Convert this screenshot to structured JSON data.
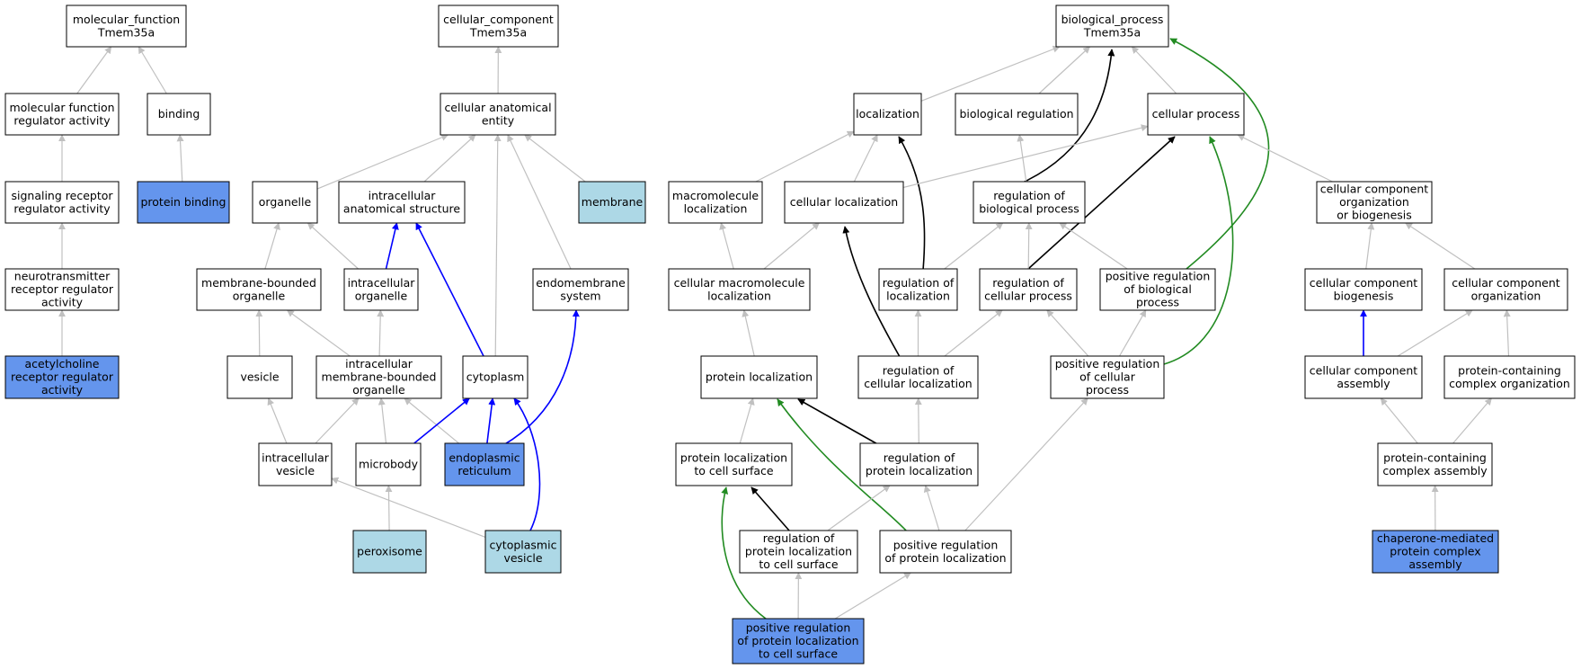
{
  "graph": {
    "title": "",
    "colors": {
      "default": "#ffffff",
      "highlight": "#6495ed",
      "light": "#add8e6",
      "edge_is_a": "#c0c0c0",
      "edge_part_of": "#0000ff",
      "edge_regulates": "#000000",
      "edge_positively_regulates": "#228b22"
    },
    "nodes": [
      {
        "id": "mf",
        "lines": [
          "molecular_function",
          "Tmem35a"
        ],
        "fill": "default"
      },
      {
        "id": "mfra",
        "lines": [
          "molecular function",
          "regulator activity"
        ],
        "fill": "default"
      },
      {
        "id": "binding",
        "lines": [
          "binding"
        ],
        "fill": "default"
      },
      {
        "id": "srra",
        "lines": [
          "signaling receptor",
          "regulator activity"
        ],
        "fill": "default"
      },
      {
        "id": "pb",
        "lines": [
          "protein binding"
        ],
        "fill": "highlight"
      },
      {
        "id": "nrra",
        "lines": [
          "neurotransmitter",
          "receptor regulator",
          "activity"
        ],
        "fill": "default"
      },
      {
        "id": "acrra",
        "lines": [
          "acetylcholine",
          "receptor regulator",
          "activity"
        ],
        "fill": "highlight"
      },
      {
        "id": "cc",
        "lines": [
          "cellular_component",
          "Tmem35a"
        ],
        "fill": "default"
      },
      {
        "id": "cae",
        "lines": [
          "cellular anatomical",
          "entity"
        ],
        "fill": "default"
      },
      {
        "id": "organelle",
        "lines": [
          "organelle"
        ],
        "fill": "default"
      },
      {
        "id": "ias",
        "lines": [
          "intracellular",
          "anatomical structure"
        ],
        "fill": "default"
      },
      {
        "id": "membrane",
        "lines": [
          "membrane"
        ],
        "fill": "light"
      },
      {
        "id": "mbo",
        "lines": [
          "membrane-bounded",
          "organelle"
        ],
        "fill": "default"
      },
      {
        "id": "io",
        "lines": [
          "intracellular",
          "organelle"
        ],
        "fill": "default"
      },
      {
        "id": "es",
        "lines": [
          "endomembrane",
          "system"
        ],
        "fill": "default"
      },
      {
        "id": "vesicle",
        "lines": [
          "vesicle"
        ],
        "fill": "default"
      },
      {
        "id": "imbo",
        "lines": [
          "intracellular",
          "membrane-bounded",
          "organelle"
        ],
        "fill": "default"
      },
      {
        "id": "cytoplasm",
        "lines": [
          "cytoplasm"
        ],
        "fill": "default"
      },
      {
        "id": "iv",
        "lines": [
          "intracellular",
          "vesicle"
        ],
        "fill": "default"
      },
      {
        "id": "microbody",
        "lines": [
          "microbody"
        ],
        "fill": "default"
      },
      {
        "id": "er",
        "lines": [
          "endoplasmic",
          "reticulum"
        ],
        "fill": "highlight"
      },
      {
        "id": "peroxisome",
        "lines": [
          "peroxisome"
        ],
        "fill": "light"
      },
      {
        "id": "cv",
        "lines": [
          "cytoplasmic",
          "vesicle"
        ],
        "fill": "light"
      },
      {
        "id": "bp",
        "lines": [
          "biological_process",
          "Tmem35a"
        ],
        "fill": "default"
      },
      {
        "id": "loc",
        "lines": [
          "localization"
        ],
        "fill": "default"
      },
      {
        "id": "br",
        "lines": [
          "biological regulation"
        ],
        "fill": "default"
      },
      {
        "id": "cp",
        "lines": [
          "cellular process"
        ],
        "fill": "default"
      },
      {
        "id": "ml",
        "lines": [
          "macromolecule",
          "localization"
        ],
        "fill": "default"
      },
      {
        "id": "cl",
        "lines": [
          "cellular localization"
        ],
        "fill": "default"
      },
      {
        "id": "rbp",
        "lines": [
          "regulation of",
          "biological process"
        ],
        "fill": "default"
      },
      {
        "id": "ccob",
        "lines": [
          "cellular component",
          "organization",
          "or biogenesis"
        ],
        "fill": "default"
      },
      {
        "id": "cml",
        "lines": [
          "cellular macromolecule",
          "localization"
        ],
        "fill": "default"
      },
      {
        "id": "rol",
        "lines": [
          "regulation of",
          "localization"
        ],
        "fill": "default"
      },
      {
        "id": "rcp",
        "lines": [
          "regulation of",
          "cellular process"
        ],
        "fill": "default"
      },
      {
        "id": "prbp",
        "lines": [
          "positive regulation",
          "of biological",
          "process"
        ],
        "fill": "default"
      },
      {
        "id": "ccb",
        "lines": [
          "cellular component",
          "biogenesis"
        ],
        "fill": "default"
      },
      {
        "id": "cco",
        "lines": [
          "cellular component",
          "organization"
        ],
        "fill": "default"
      },
      {
        "id": "pl",
        "lines": [
          "protein localization"
        ],
        "fill": "default"
      },
      {
        "id": "rcl",
        "lines": [
          "regulation of",
          "cellular localization"
        ],
        "fill": "default"
      },
      {
        "id": "prcp",
        "lines": [
          "positive regulation",
          "of cellular",
          "process"
        ],
        "fill": "default"
      },
      {
        "id": "cca",
        "lines": [
          "cellular component",
          "assembly"
        ],
        "fill": "default"
      },
      {
        "id": "pcco",
        "lines": [
          "protein-containing",
          "complex organization"
        ],
        "fill": "default"
      },
      {
        "id": "plcs",
        "lines": [
          "protein localization",
          "to cell surface"
        ],
        "fill": "default"
      },
      {
        "id": "rpl",
        "lines": [
          "regulation of",
          "protein localization"
        ],
        "fill": "default"
      },
      {
        "id": "pcca",
        "lines": [
          "protein-containing",
          "complex assembly"
        ],
        "fill": "default"
      },
      {
        "id": "rplcs",
        "lines": [
          "regulation of",
          "protein localization",
          "to cell surface"
        ],
        "fill": "default"
      },
      {
        "id": "prpl",
        "lines": [
          "positive regulation",
          "of protein localization"
        ],
        "fill": "default"
      },
      {
        "id": "cmpca",
        "lines": [
          "chaperone-mediated",
          "protein complex",
          "assembly"
        ],
        "fill": "highlight"
      },
      {
        "id": "prplcs",
        "lines": [
          "positive regulation",
          "of protein localization",
          "to cell surface"
        ],
        "fill": "highlight"
      }
    ],
    "edges": [
      {
        "from": "mfra",
        "to": "mf",
        "type": "is_a"
      },
      {
        "from": "binding",
        "to": "mf",
        "type": "is_a"
      },
      {
        "from": "srra",
        "to": "mfra",
        "type": "is_a"
      },
      {
        "from": "pb",
        "to": "binding",
        "type": "is_a"
      },
      {
        "from": "nrra",
        "to": "srra",
        "type": "is_a"
      },
      {
        "from": "acrra",
        "to": "nrra",
        "type": "is_a"
      },
      {
        "from": "cae",
        "to": "cc",
        "type": "is_a"
      },
      {
        "from": "organelle",
        "to": "cae",
        "type": "is_a"
      },
      {
        "from": "ias",
        "to": "cae",
        "type": "is_a"
      },
      {
        "from": "membrane",
        "to": "cae",
        "type": "is_a"
      },
      {
        "from": "cytoplasm",
        "to": "cae",
        "type": "is_a"
      },
      {
        "from": "es",
        "to": "cae",
        "type": "is_a"
      },
      {
        "from": "mbo",
        "to": "organelle",
        "type": "is_a"
      },
      {
        "from": "io",
        "to": "organelle",
        "type": "is_a"
      },
      {
        "from": "io",
        "to": "ias",
        "type": "part_of"
      },
      {
        "from": "cytoplasm",
        "to": "ias",
        "type": "part_of"
      },
      {
        "from": "vesicle",
        "to": "mbo",
        "type": "is_a"
      },
      {
        "from": "imbo",
        "to": "mbo",
        "type": "is_a"
      },
      {
        "from": "imbo",
        "to": "io",
        "type": "is_a"
      },
      {
        "from": "iv",
        "to": "vesicle",
        "type": "is_a"
      },
      {
        "from": "iv",
        "to": "imbo",
        "type": "is_a"
      },
      {
        "from": "microbody",
        "to": "imbo",
        "type": "is_a"
      },
      {
        "from": "er",
        "to": "imbo",
        "type": "is_a"
      },
      {
        "from": "microbody",
        "to": "cytoplasm",
        "type": "part_of"
      },
      {
        "from": "er",
        "to": "cytoplasm",
        "type": "part_of"
      },
      {
        "from": "er",
        "to": "es",
        "type": "part_of"
      },
      {
        "from": "peroxisome",
        "to": "microbody",
        "type": "is_a"
      },
      {
        "from": "cv",
        "to": "iv",
        "type": "is_a"
      },
      {
        "from": "cv",
        "to": "cytoplasm",
        "type": "part_of"
      },
      {
        "from": "loc",
        "to": "bp",
        "type": "is_a"
      },
      {
        "from": "br",
        "to": "bp",
        "type": "is_a"
      },
      {
        "from": "cp",
        "to": "bp",
        "type": "is_a"
      },
      {
        "from": "rbp",
        "to": "bp",
        "type": "regulates"
      },
      {
        "from": "prbp",
        "to": "bp",
        "type": "positively_regulates"
      },
      {
        "from": "ml",
        "to": "loc",
        "type": "is_a"
      },
      {
        "from": "cl",
        "to": "loc",
        "type": "is_a"
      },
      {
        "from": "rol",
        "to": "loc",
        "type": "regulates"
      },
      {
        "from": "rbp",
        "to": "br",
        "type": "is_a"
      },
      {
        "from": "cl",
        "to": "cp",
        "type": "is_a"
      },
      {
        "from": "ccob",
        "to": "cp",
        "type": "is_a"
      },
      {
        "from": "rcp",
        "to": "cp",
        "type": "regulates"
      },
      {
        "from": "prcp",
        "to": "cp",
        "type": "positively_regulates"
      },
      {
        "from": "cml",
        "to": "ml",
        "type": "is_a"
      },
      {
        "from": "cml",
        "to": "cl",
        "type": "is_a"
      },
      {
        "from": "rcl",
        "to": "cl",
        "type": "regulates"
      },
      {
        "from": "rol",
        "to": "rbp",
        "type": "is_a"
      },
      {
        "from": "rcp",
        "to": "rbp",
        "type": "is_a"
      },
      {
        "from": "prbp",
        "to": "rbp",
        "type": "is_a"
      },
      {
        "from": "ccb",
        "to": "ccob",
        "type": "is_a"
      },
      {
        "from": "cco",
        "to": "ccob",
        "type": "is_a"
      },
      {
        "from": "pl",
        "to": "cml",
        "type": "is_a"
      },
      {
        "from": "rcl",
        "to": "rol",
        "type": "is_a"
      },
      {
        "from": "rcl",
        "to": "rcp",
        "type": "is_a"
      },
      {
        "from": "prcp",
        "to": "rcp",
        "type": "is_a"
      },
      {
        "from": "prcp",
        "to": "prbp",
        "type": "is_a"
      },
      {
        "from": "cca",
        "to": "ccb",
        "type": "part_of"
      },
      {
        "from": "cca",
        "to": "cco",
        "type": "is_a"
      },
      {
        "from": "pcco",
        "to": "cco",
        "type": "is_a"
      },
      {
        "from": "plcs",
        "to": "pl",
        "type": "is_a"
      },
      {
        "from": "rpl",
        "to": "pl",
        "type": "regulates"
      },
      {
        "from": "prpl",
        "to": "pl",
        "type": "positively_regulates"
      },
      {
        "from": "rpl",
        "to": "rcl",
        "type": "is_a"
      },
      {
        "from": "prpl",
        "to": "prcp",
        "type": "is_a"
      },
      {
        "from": "pcca",
        "to": "cca",
        "type": "is_a"
      },
      {
        "from": "pcca",
        "to": "pcco",
        "type": "is_a"
      },
      {
        "from": "rplcs",
        "to": "plcs",
        "type": "regulates"
      },
      {
        "from": "prplcs",
        "to": "plcs",
        "type": "positively_regulates"
      },
      {
        "from": "rplcs",
        "to": "rpl",
        "type": "is_a"
      },
      {
        "from": "prpl",
        "to": "rpl",
        "type": "is_a"
      },
      {
        "from": "prplcs",
        "to": "rplcs",
        "type": "is_a"
      },
      {
        "from": "prplcs",
        "to": "prpl",
        "type": "is_a"
      },
      {
        "from": "cmpca",
        "to": "pcca",
        "type": "is_a"
      }
    ]
  }
}
